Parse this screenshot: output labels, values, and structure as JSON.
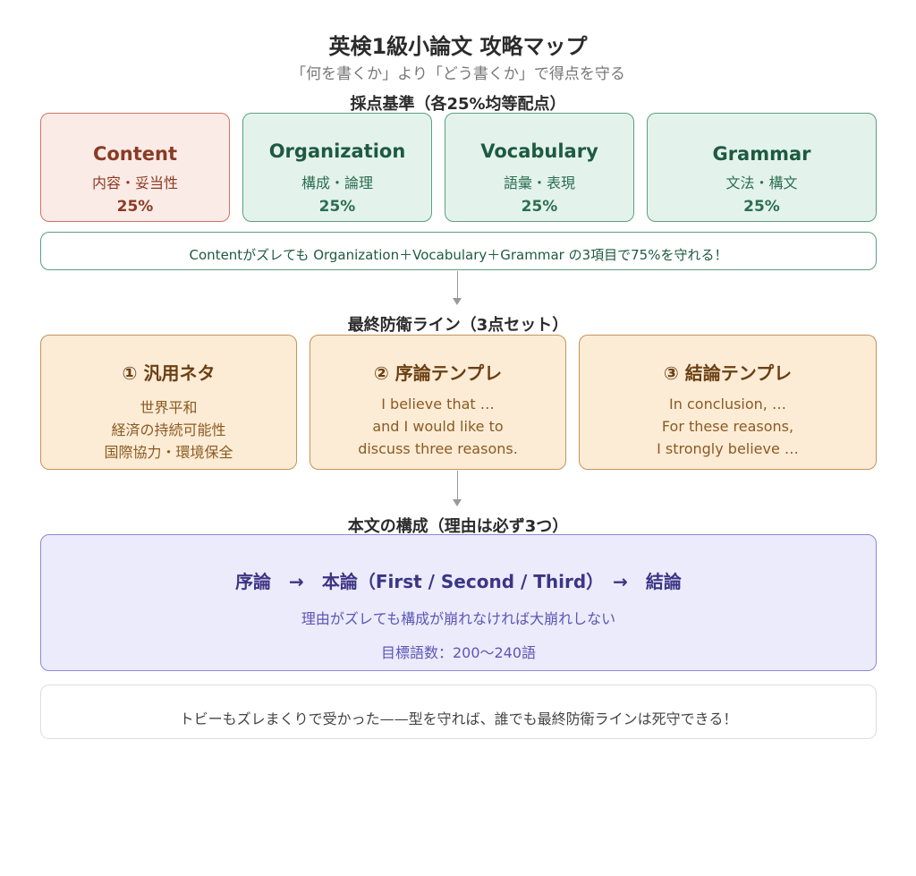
{
  "title": "英検1級小論文 攻略マップ",
  "subtitle": "「何を書くか」より「どう書くか」で得点を守る",
  "scoring": {
    "label": "採点基準（各25%均等配点）",
    "criteria": [
      {
        "name": "Content",
        "jp": "内容・妥当性",
        "pct": "25%"
      },
      {
        "name": "Organization",
        "jp": "構成・論理",
        "pct": "25%"
      },
      {
        "name": "Vocabulary",
        "jp": "語彙・表現",
        "pct": "25%"
      },
      {
        "name": "Grammar",
        "jp": "文法・構文",
        "pct": "25%"
      }
    ],
    "note": "Contentがズレても Organization＋Vocabulary＋Grammar の3項目で75%を守れる！"
  },
  "defense": {
    "label": "最終防衛ライン（3点セット）",
    "items": [
      {
        "title": "① 汎用ネタ",
        "lines": [
          "世界平和",
          "経済の持続可能性",
          "国際協力・環境保全"
        ]
      },
      {
        "title": "② 序論テンプレ",
        "lines": [
          "I believe that …",
          "and I would like to",
          "discuss three reasons."
        ]
      },
      {
        "title": "③ 結論テンプレ",
        "lines": [
          "In conclusion, …",
          "For these reasons,",
          "I strongly believe …"
        ]
      }
    ]
  },
  "structure": {
    "label": "本文の構成（理由は必ず3つ）",
    "flow": "序論　→　本論（First / Second / Third）　→　結論",
    "note": "理由がズレても構成が崩れなければ大崩れしない",
    "word_count": "目標語数：200〜240語"
  },
  "closing": "トビーもズレまくりで受かった——型を守れば、誰でも最終防衛ラインは死守できる！"
}
